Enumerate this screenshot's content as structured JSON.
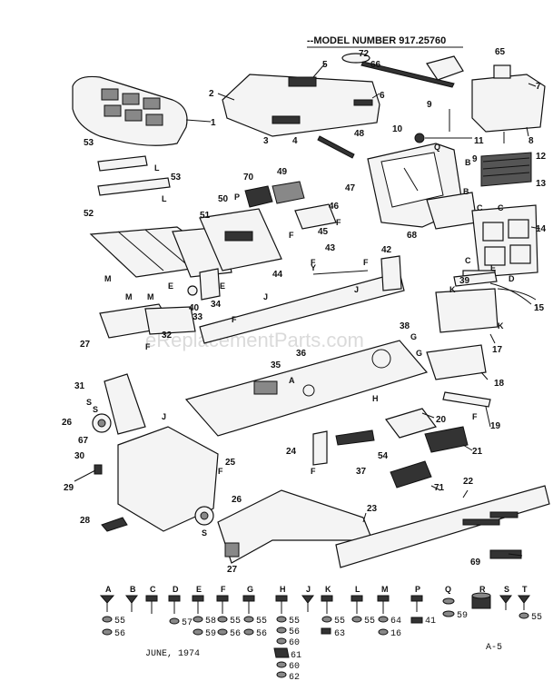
{
  "header": {
    "model_number": "--MODEL NUMBER 917.25760"
  },
  "watermark": "eReplacementParts.com",
  "footer": {
    "date": "JUNE, 1974",
    "page": "A-5"
  },
  "part_labels": [
    {
      "id": "p1",
      "text": "1"
    },
    {
      "id": "p2",
      "text": "2"
    },
    {
      "id": "p3",
      "text": "3"
    },
    {
      "id": "p4",
      "text": "4"
    },
    {
      "id": "p5",
      "text": "5"
    },
    {
      "id": "p6",
      "text": "6"
    },
    {
      "id": "p7",
      "text": "7"
    },
    {
      "id": "p8",
      "text": "8"
    },
    {
      "id": "p9a",
      "text": "9"
    },
    {
      "id": "p9b",
      "text": "9"
    },
    {
      "id": "p10",
      "text": "10"
    },
    {
      "id": "p11",
      "text": "11"
    },
    {
      "id": "p12",
      "text": "12"
    },
    {
      "id": "p13",
      "text": "13"
    },
    {
      "id": "p14",
      "text": "14"
    },
    {
      "id": "p15",
      "text": "15"
    },
    {
      "id": "p17",
      "text": "17"
    },
    {
      "id": "p18",
      "text": "18"
    },
    {
      "id": "p19",
      "text": "19"
    },
    {
      "id": "p20",
      "text": "20"
    },
    {
      "id": "p21",
      "text": "21"
    },
    {
      "id": "p22",
      "text": "22"
    },
    {
      "id": "p23",
      "text": "23"
    },
    {
      "id": "p24",
      "text": "24"
    },
    {
      "id": "p25",
      "text": "25"
    },
    {
      "id": "p26a",
      "text": "26"
    },
    {
      "id": "p26b",
      "text": "26"
    },
    {
      "id": "p27a",
      "text": "27"
    },
    {
      "id": "p27b",
      "text": "27"
    },
    {
      "id": "p28",
      "text": "28"
    },
    {
      "id": "p29",
      "text": "29"
    },
    {
      "id": "p30",
      "text": "30"
    },
    {
      "id": "p31",
      "text": "31"
    },
    {
      "id": "p32",
      "text": "32"
    },
    {
      "id": "p33",
      "text": "33"
    },
    {
      "id": "p34",
      "text": "34"
    },
    {
      "id": "p35",
      "text": "35"
    },
    {
      "id": "p36",
      "text": "36"
    },
    {
      "id": "p37",
      "text": "37"
    },
    {
      "id": "p38",
      "text": "38"
    },
    {
      "id": "p39",
      "text": "39"
    },
    {
      "id": "p40",
      "text": "40"
    },
    {
      "id": "p42",
      "text": "42"
    },
    {
      "id": "p43",
      "text": "43"
    },
    {
      "id": "p44",
      "text": "44"
    },
    {
      "id": "p45",
      "text": "45"
    },
    {
      "id": "p46",
      "text": "46"
    },
    {
      "id": "p47",
      "text": "47"
    },
    {
      "id": "p48",
      "text": "48"
    },
    {
      "id": "p49",
      "text": "49"
    },
    {
      "id": "p50",
      "text": "50"
    },
    {
      "id": "p51",
      "text": "51"
    },
    {
      "id": "p52",
      "text": "52"
    },
    {
      "id": "p53a",
      "text": "53"
    },
    {
      "id": "p53b",
      "text": "53"
    },
    {
      "id": "p54",
      "text": "54"
    },
    {
      "id": "p65",
      "text": "65"
    },
    {
      "id": "p66",
      "text": "66"
    },
    {
      "id": "p67",
      "text": "67"
    },
    {
      "id": "p68",
      "text": "68"
    },
    {
      "id": "p69",
      "text": "69"
    },
    {
      "id": "p70",
      "text": "70"
    },
    {
      "id": "p71",
      "text": "71"
    },
    {
      "id": "p72",
      "text": "72"
    }
  ],
  "letter_labels": [
    {
      "id": "lL1",
      "text": "L"
    },
    {
      "id": "lL2",
      "text": "L"
    },
    {
      "id": "lM1",
      "text": "M"
    },
    {
      "id": "lM2",
      "text": "M"
    },
    {
      "id": "lM3",
      "text": "M"
    },
    {
      "id": "lE1",
      "text": "E"
    },
    {
      "id": "lE2",
      "text": "E"
    },
    {
      "id": "lE3",
      "text": "E"
    },
    {
      "id": "lP",
      "text": "P"
    },
    {
      "id": "lF1",
      "text": "F"
    },
    {
      "id": "lF2",
      "text": "F"
    },
    {
      "id": "lF3",
      "text": "F"
    },
    {
      "id": "lF4",
      "text": "F"
    },
    {
      "id": "lF5",
      "text": "F"
    },
    {
      "id": "lF6",
      "text": "F"
    },
    {
      "id": "lF7",
      "text": "F"
    },
    {
      "id": "lF8",
      "text": "F"
    },
    {
      "id": "lF9",
      "text": "F"
    },
    {
      "id": "lJ1",
      "text": "J"
    },
    {
      "id": "lJ2",
      "text": "J"
    },
    {
      "id": "lJ3",
      "text": "J"
    },
    {
      "id": "lB1",
      "text": "B"
    },
    {
      "id": "lB2",
      "text": "B"
    },
    {
      "id": "lC1",
      "text": "C"
    },
    {
      "id": "lC2",
      "text": "C"
    },
    {
      "id": "lC3",
      "text": "C"
    },
    {
      "id": "lD",
      "text": "D"
    },
    {
      "id": "lK1",
      "text": "K"
    },
    {
      "id": "lK2",
      "text": "K"
    },
    {
      "id": "lQ",
      "text": "Q"
    },
    {
      "id": "lG1",
      "text": "G"
    },
    {
      "id": "lG2",
      "text": "G"
    },
    {
      "id": "lS1",
      "text": "S"
    },
    {
      "id": "lS2",
      "text": "S"
    },
    {
      "id": "lS3",
      "text": "S"
    },
    {
      "id": "lA",
      "text": "A"
    },
    {
      "id": "lH",
      "text": "H"
    },
    {
      "id": "lY",
      "text": "Y"
    }
  ],
  "hardware_legend": [
    {
      "letter": "A",
      "parts": [
        "55",
        "56"
      ]
    },
    {
      "letter": "B",
      "parts": []
    },
    {
      "letter": "C",
      "parts": []
    },
    {
      "letter": "D",
      "parts": [
        "57"
      ]
    },
    {
      "letter": "E",
      "parts": [
        "58",
        "59"
      ]
    },
    {
      "letter": "F",
      "parts": [
        "55",
        "56"
      ]
    },
    {
      "letter": "G",
      "parts": [
        "55",
        "56"
      ]
    },
    {
      "letter": "H",
      "parts": [
        "55",
        "56",
        "60",
        "61",
        "60",
        "62"
      ]
    },
    {
      "letter": "J",
      "parts": []
    },
    {
      "letter": "K",
      "parts": [
        "55",
        "63"
      ]
    },
    {
      "letter": "L",
      "parts": [
        "55"
      ]
    },
    {
      "letter": "M",
      "parts": [
        "64",
        "16"
      ]
    },
    {
      "letter": "P",
      "parts": [
        "41"
      ]
    },
    {
      "letter": "Q",
      "parts": [
        "59"
      ]
    },
    {
      "letter": "R",
      "parts": []
    },
    {
      "letter": "S",
      "parts": []
    },
    {
      "letter": "T",
      "parts": [
        "55"
      ]
    }
  ]
}
